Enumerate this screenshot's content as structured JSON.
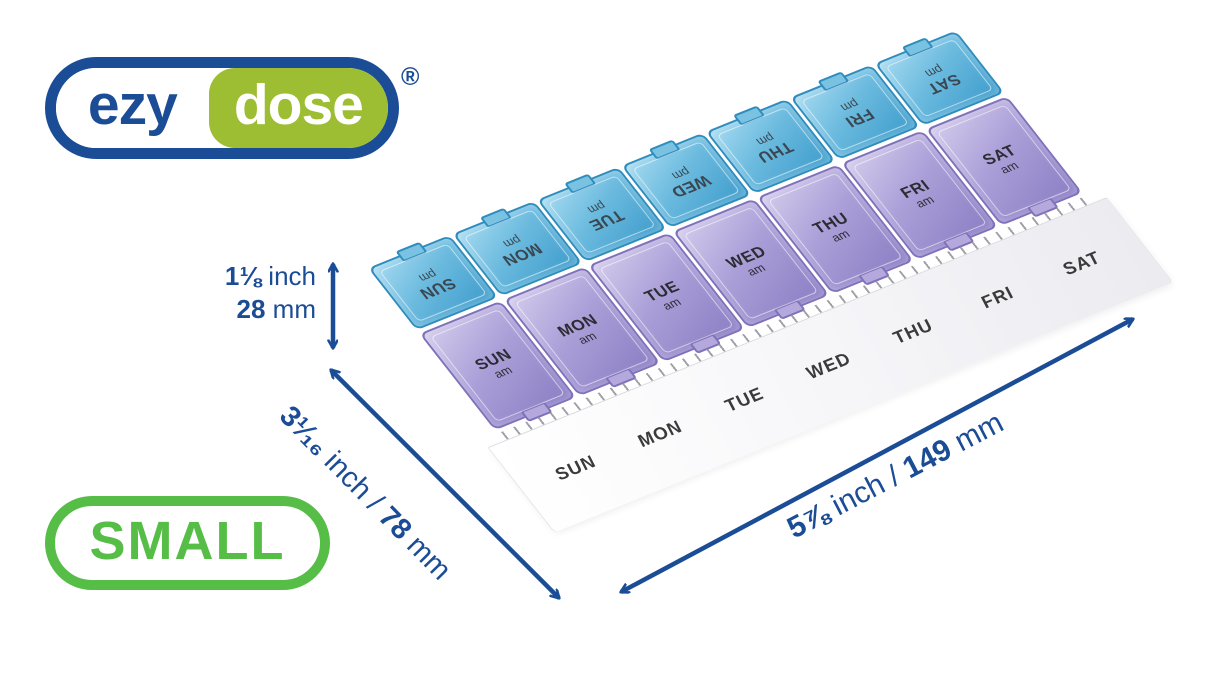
{
  "brand": {
    "name_part1": "ezy",
    "name_part2": "dose",
    "registered_mark": "®"
  },
  "size_badge": {
    "label": "SMALL"
  },
  "dimensions": {
    "height": {
      "value_in": "1⅛",
      "unit_in": "inch",
      "value_mm": "28",
      "unit_mm": "mm"
    },
    "depth": {
      "value_in": "3¹⁄₁₆",
      "unit_in": "inch",
      "separator": "/",
      "value_mm": "78",
      "unit_mm": "mm"
    },
    "length": {
      "value_in": "5⅞",
      "unit_in": "inch",
      "separator": "/",
      "value_mm": "149",
      "unit_mm": "mm"
    }
  },
  "organizer": {
    "days": [
      "SUN",
      "MON",
      "TUE",
      "WED",
      "THU",
      "FRI",
      "SAT"
    ],
    "am_label": "am",
    "pm_label": "pm"
  },
  "colors": {
    "accent_blue": "#1b4c96",
    "logo_green": "#9dbd33",
    "badge_green": "#56bd47",
    "lid_blue": "#5cb6d9",
    "lid_purple": "#a89ccf",
    "tray_white": "#f5f5f8"
  }
}
